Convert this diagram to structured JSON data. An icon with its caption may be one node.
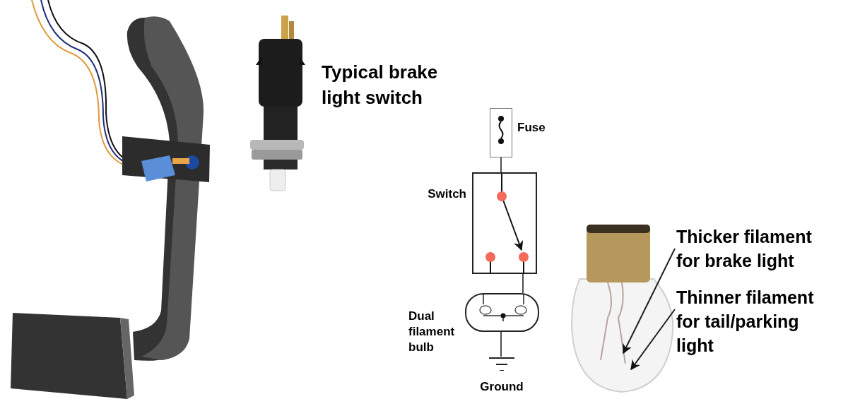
{
  "diagram": {
    "nodes": [
      {
        "text": [
          "Fuse"
        ]
      },
      {
        "text": [
          "Switch"
        ]
      },
      {
        "text": [
          "Dual filament bulb"
        ]
      },
      {
        "text": [
          "Ground"
        ]
      },
      {
        "text": [
          "Thicker filament for brake light"
        ]
      },
      {
        "text": [
          "Thinner filament for tail/parking light"
        ]
      }
    ],
    "edges": [
      {
        "from": 0,
        "to": 1,
        "arrow": "none"
      },
      {
        "from": 1,
        "to": 2,
        "arrow": "none"
      },
      {
        "from": 2,
        "to": 3,
        "arrow": "none"
      },
      {
        "from": 4,
        "to": null,
        "arrow": "to"
      },
      {
        "from": 5,
        "to": null,
        "arrow": "to"
      }
    ],
    "labels": [
      "Typical brake light switch"
    ]
  }
}
